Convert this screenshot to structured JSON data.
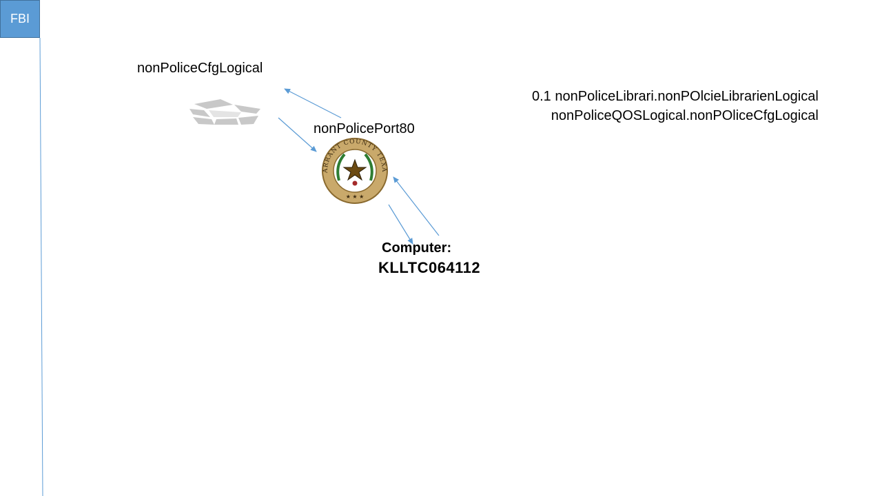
{
  "tab": {
    "label": "FBI"
  },
  "nodes": {
    "cfg_label": "nonPoliceCfgLogical",
    "port_label": "nonPolicePort80",
    "computer_label": "Computer:",
    "computer_name": "KLLTC064112"
  },
  "note": {
    "line1": "0.1 nonPoliceLibrari.nonPOlcieLibrarienLogical",
    "line2": "nonPoliceQOSLogical.nonPOliceCfgLogical"
  },
  "seal": {
    "ring_text": "TARRANT COUNTY TEXAS",
    "ring_color": "#c9a96b",
    "wreath_color": "#2e7d32",
    "star_color": "#6b4a12"
  },
  "colors": {
    "tab_fill": "#5b9bd5",
    "arrow": "#5b9bd5",
    "pentagon": "#c8c8c8"
  },
  "icons": [
    "pentagon-building-icon",
    "tarrant-county-seal-icon"
  ]
}
